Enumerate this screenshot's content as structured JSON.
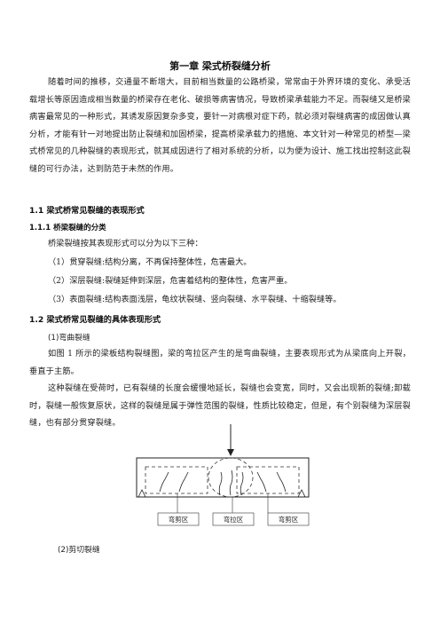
{
  "title": "第一章 梁式桥裂缝分析",
  "intro": "随着时间的推移，交通量不断增大，目前相当数量的公路桥梁，常常由于外界环境的变化、承受活载增长等原因造成相当数量的桥梁存在老化、破损等病害情况，导致桥梁承载能力不足。而裂缝又是桥梁病害最常见的一种形式，其诱发原因复杂多变，要针一对病根对症下药，就必须对裂缝病害的成因做认真分析，才能有针一对地提出防止裂缝和加固桥梁，提高桥梁承载力的措施、本文针对一种常见的桥型—梁式桥常见的几种裂缝的表现形式，就其成因进行了相对系统的分析，以为便为设计、施工找出控制这此裂缝的可行办法，达到防范于未然的作用。",
  "sec1": {
    "heading": "1.1  梁式桥常见裂缝的表现形式",
    "sub_heading": "1.1.1  桥梁裂缝的分类",
    "lead": "桥梁裂缝按其表现形式可以分为以下三种：",
    "items": [
      "（1）贯穿裂缝:结构分离，不再保持整体性，危害最大。",
      "（2）深层裂缝:裂缝延伸到深层，危害着结构的整体性，危害严重。",
      "（3）表面裂缝:结构表面浅层，龟纹状裂缝、竖向裂缝、水平裂缝、十缩裂缝等。"
    ]
  },
  "sec2": {
    "heading": "1.2  梁式桥常见裂缝的具体表现形式",
    "item1_label": "(1)弯曲裂缝",
    "para1": "如图 1 所示的梁板结构裂缝图，梁的弯拉区产生的是弯曲裂缝，主要表现形式为从梁底向上开裂，垂直于主筋。",
    "para2": "这种裂缝在受荷时，已有裂缝的长度会缓慢地延长，裂缝也会变宽，同时，又会出现新的裂缝;卸载时，裂缝一般恢复原状，这样的裂缝是属于弹性范围的裂缝，性质比较稳定，但是，有个别裂缝为深层裂缝，也有部分贯穿裂缝。",
    "item2_label": "(2)剪切裂缝"
  },
  "figure": {
    "labels": [
      "弯剪区",
      "弯拉区",
      "弯剪区"
    ]
  }
}
